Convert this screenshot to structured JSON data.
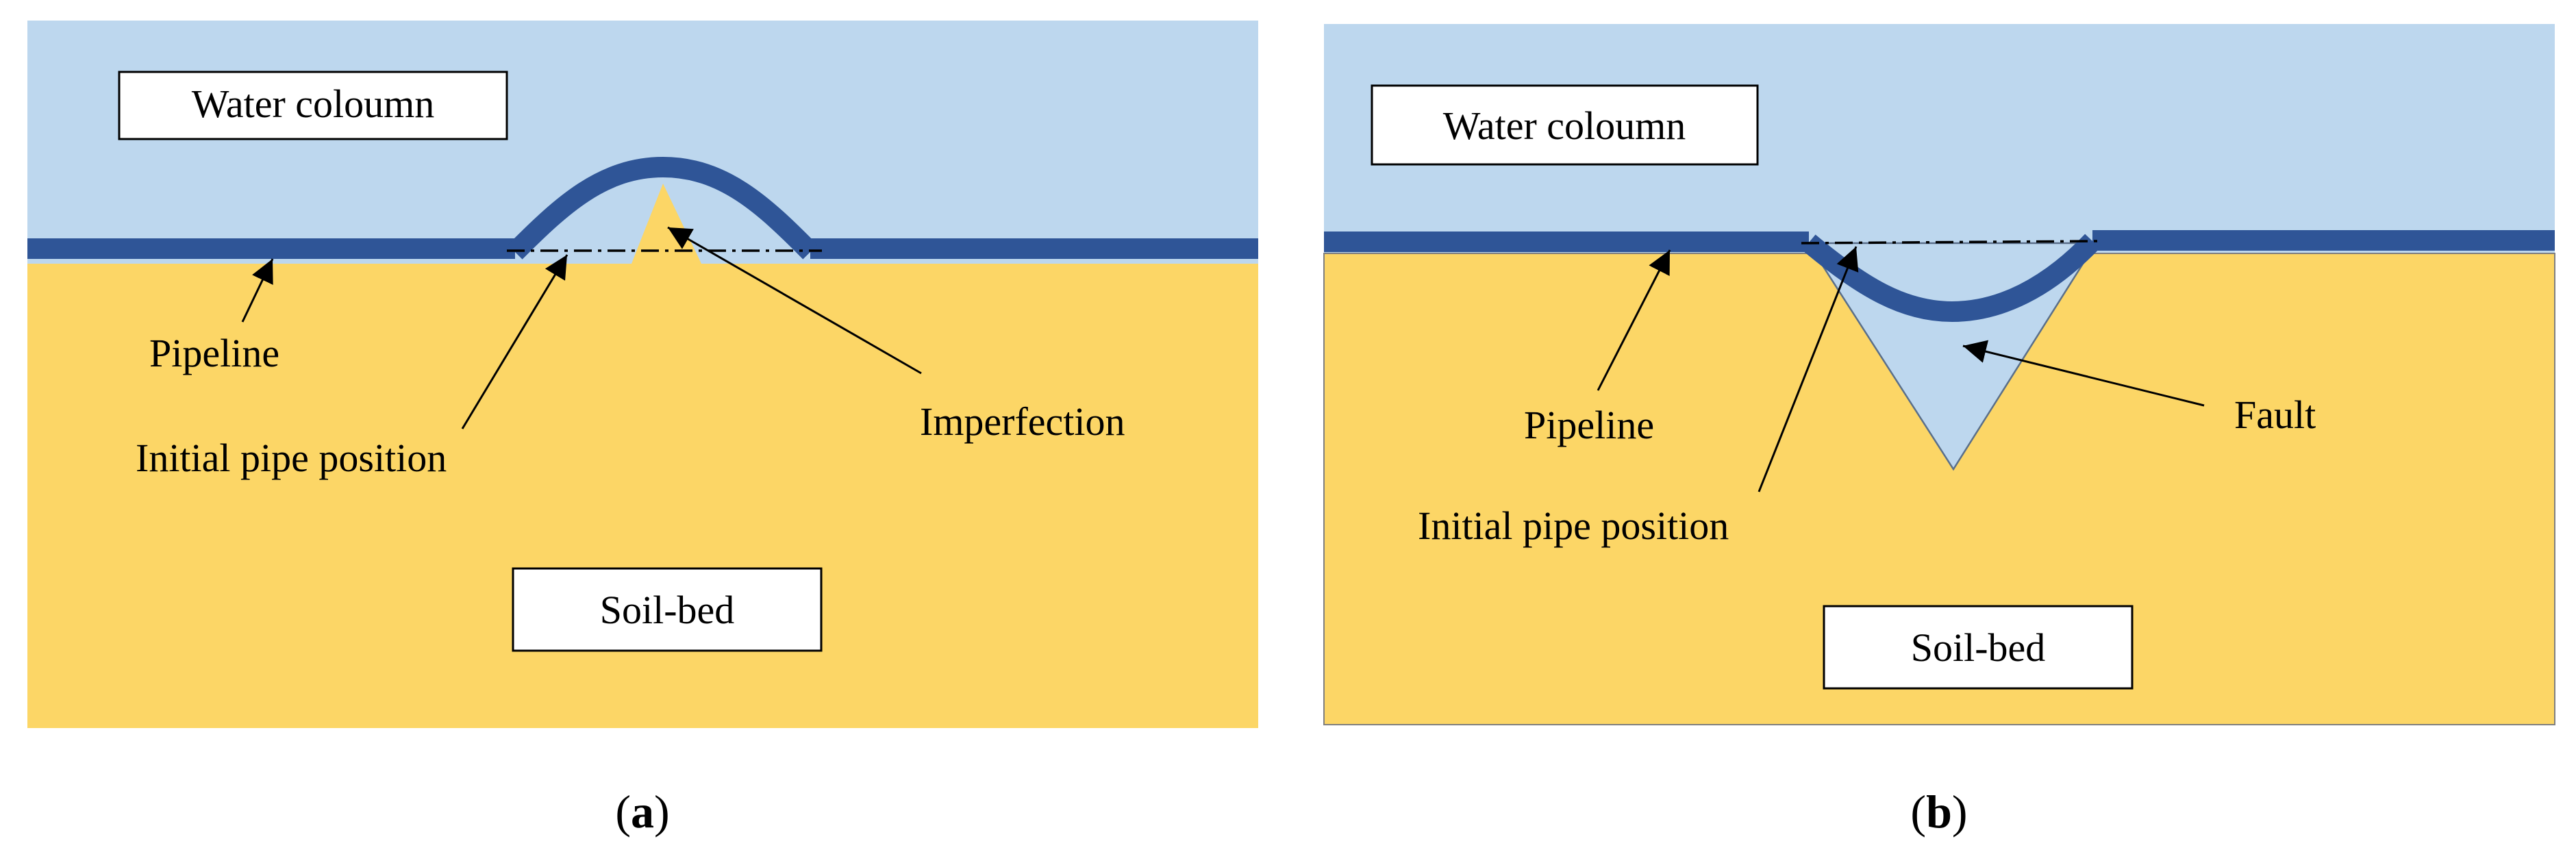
{
  "colors": {
    "water": "#bdd7ee",
    "soil": "#fcd666",
    "pipe": "#2f5597",
    "box_fill": "#ffffff",
    "line": "#000000"
  },
  "panel_a": {
    "water_label": "Water coloumn",
    "soil_label": "Soil-bed",
    "pipeline_label": "Pipeline",
    "initial_position_label": "Initial pipe position",
    "feature_label": "Imperfection",
    "caption_open": "(",
    "caption_letter": "a",
    "caption_close": ")"
  },
  "panel_b": {
    "water_label": "Water coloumn",
    "soil_label": "Soil-bed",
    "pipeline_label": "Pipeline",
    "initial_position_label": "Initial pipe position",
    "feature_label": "Fault",
    "caption_open": "(",
    "caption_letter": "b",
    "caption_close": ")"
  }
}
